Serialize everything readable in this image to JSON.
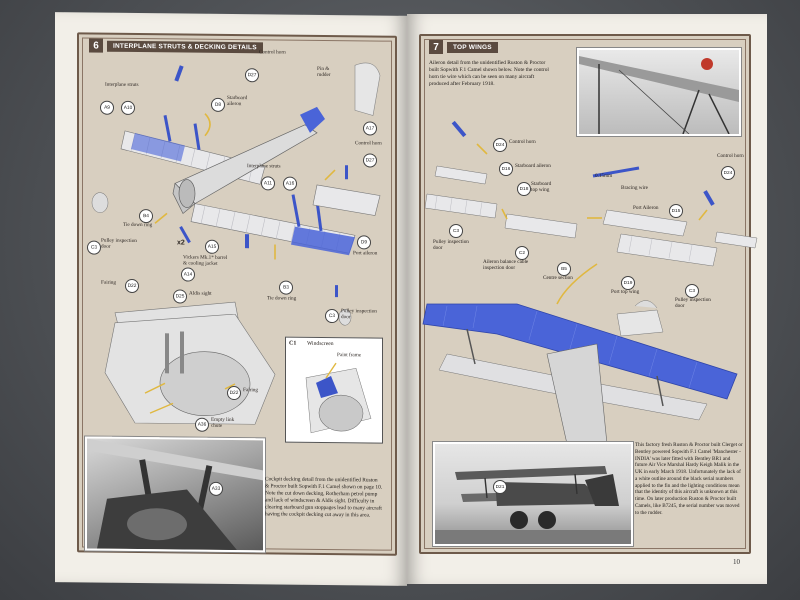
{
  "left": {
    "section_number": "6",
    "section_title": "INTERPLANE STRUTS & DECKING DETAILS",
    "labels": {
      "control_horn_top": "Control horn",
      "d27": "D27",
      "pin_rudder": "Pin &\nrudder",
      "interplane_struts_a": "Interplane struts",
      "a9": "A9",
      "a10": "A10",
      "d8": "D8",
      "starboard_aileron": "Starboard\naileron",
      "a17": "A17",
      "control_horn_right": "Control horn",
      "d27b": "D27",
      "interplane_struts_b": "Interplane struts",
      "a11": "A11",
      "a16": "A16",
      "b4": "B4",
      "tie_down_ring_a": "Tie down ring",
      "c3": "C3",
      "pulley_inspection_door_a": "Pulley inspection\ndoor",
      "x2": "x2",
      "a15": "A15",
      "vickers": "Vickers Mk.1* barrel\n& cooling jacket",
      "a14": "A14",
      "d9": "D9",
      "port_aileron": "Port aileron",
      "b3": "B3",
      "tie_down_ring_b": "Tie down ring",
      "c3b": "C3",
      "pulley_inspection_door_b": "Pulley inspection\ndoor",
      "fairing_a": "Fairing",
      "d22": "D22",
      "d25": "D25",
      "aldis_sight": "Aldis sight",
      "c1": "C1",
      "windscreen": "Windscreen",
      "paint_frame": "Paint frame",
      "d22b": "D22",
      "fairing_b": "Fairing",
      "a36": "A36",
      "empty_link_chute": "Empty link\nchute",
      "a33": "A33"
    },
    "description": "Cockpit decking detail from the unidentified Ruston & Proctor built Sopwith F.1 Camel shown on page 10. Note the cut down decking, Rotherham petrol pump and lack of windscreen & Aldis sight. Difficulty in clearing starboard gun stoppages lead to many aircraft having the cockpit decking cut away in this area."
  },
  "right": {
    "section_number": "7",
    "section_title": "TOP WINGS",
    "intro": "Aileron detail from the unidentified Ruston & Proctor built Sopwith F.1 Camel shown below. Note the control horn tie wire which can be seen on many aircraft produced after February 1918.",
    "labels": {
      "d24": "D24",
      "control_horn_a": "Control horn",
      "d16": "D16",
      "starboard_aileron": "Starboard aileron",
      "d18": "D18",
      "starboard_top_wing": "Starboard\ntop wing",
      "bracing_wire": "Bracing wire",
      "wire_size": "0.15mm",
      "control_horn_b": "Control horn",
      "d24b": "D24",
      "c3": "C3",
      "pulley_inspection_door_a": "Pulley inspection\ndoor",
      "c2": "C2",
      "aileron_cable": "Aileron balance cable\ninspection door",
      "b5": "B5",
      "centre_section": "Centre section",
      "port_aileron": "Port Aileron",
      "d15": "D15",
      "d19": "D19",
      "port_top_wing": "Port top wing",
      "c3b": "C3",
      "pulley_inspection_door_b": "Pulley inspection\ndoor",
      "d21": "D21"
    },
    "caption": "This factory fresh Ruston & Proctor built Clerget or Bentley powered Sopwith F.1 Camel 'Manchester - INDIA' was later fitted with Bentley BR1 and future Air Vice Marshal Hardy Keigh Malik in the UK in early March 1918. Unfortunately the lack of a white outline around the black serial numbers applied to the fin and the lighting conditions mean that the identity of this aircraft is unknown at this time. On later production Ruston & Proctor built Camels, like B7245, the serial number was moved to the rudder.",
    "page_number": "10"
  }
}
